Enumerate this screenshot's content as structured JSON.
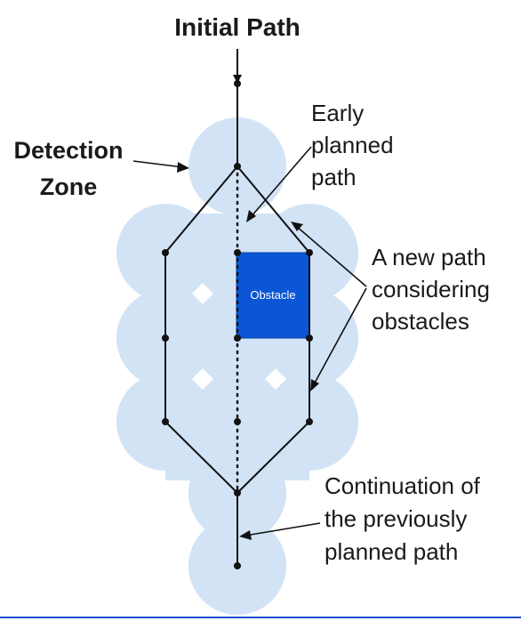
{
  "title": "Initial Path",
  "detection_zone": {
    "line1": "Detection",
    "line2": "Zone"
  },
  "early_planned_path": {
    "line1": "Early",
    "line2": "planned",
    "line3": "path"
  },
  "new_path": {
    "line1": "A new path",
    "line2": "considering",
    "line3": "obstacles"
  },
  "continuation": {
    "line1": "Continuation of",
    "line2": "the previously",
    "line3": "planned path"
  },
  "obstacle_label": "Obstacle",
  "colors": {
    "zone": "#d2e3f5",
    "obstacle": "#0a56d6",
    "line": "#111111",
    "bottom_rule": "#1c4fd0"
  }
}
